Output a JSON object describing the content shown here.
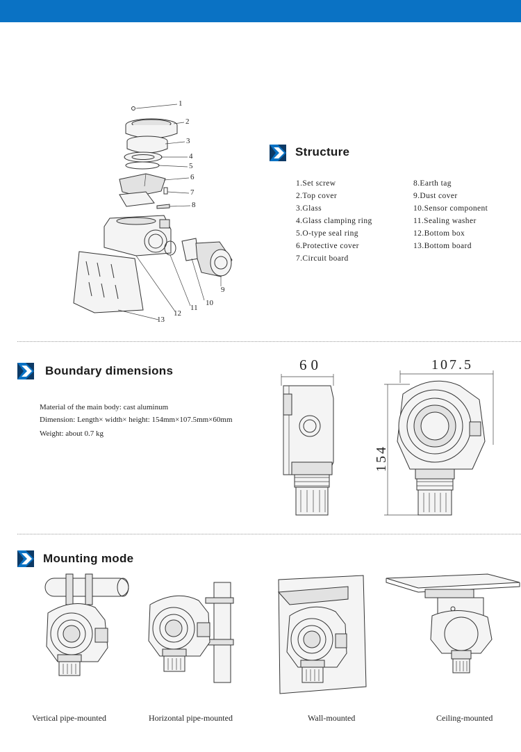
{
  "header": {
    "bar_color": "#0a72c4"
  },
  "structure": {
    "title": "Structure",
    "callouts": [
      "1",
      "2",
      "3",
      "4",
      "5",
      "6",
      "7",
      "8",
      "9",
      "10",
      "11",
      "12",
      "13"
    ],
    "parts_left": [
      "1.Set screw",
      "2.Top cover",
      "3.Glass",
      "4.Glass clamping ring",
      "5.O-type seal ring",
      "6.Protective cover",
      "7.Circuit board"
    ],
    "parts_right": [
      "8.Earth tag",
      "9.Dust cover",
      "10.Sensor component",
      "11.Sealing washer",
      "12.Bottom box",
      "13.Bottom board"
    ]
  },
  "dimensions": {
    "title": "Boundary dimensions",
    "material": "Material of the main body: cast aluminum",
    "dimension": "Dimension: Length× width× height: 154mm×107.5mm×60mm",
    "weight": "Weight: about 0.7 kg",
    "depth_label": "60",
    "width_label": "107.5",
    "height_label": "154"
  },
  "mounting": {
    "title": "Mounting mode",
    "modes": [
      "Vertical pipe-mounted",
      "Horizontal pipe-mounted",
      "Wall-mounted",
      "Ceiling-mounted"
    ]
  },
  "colors": {
    "accent": "#0a72c4",
    "icon_dark": "#0d3a66"
  },
  "icons": [
    "section-arrow-icon"
  ]
}
